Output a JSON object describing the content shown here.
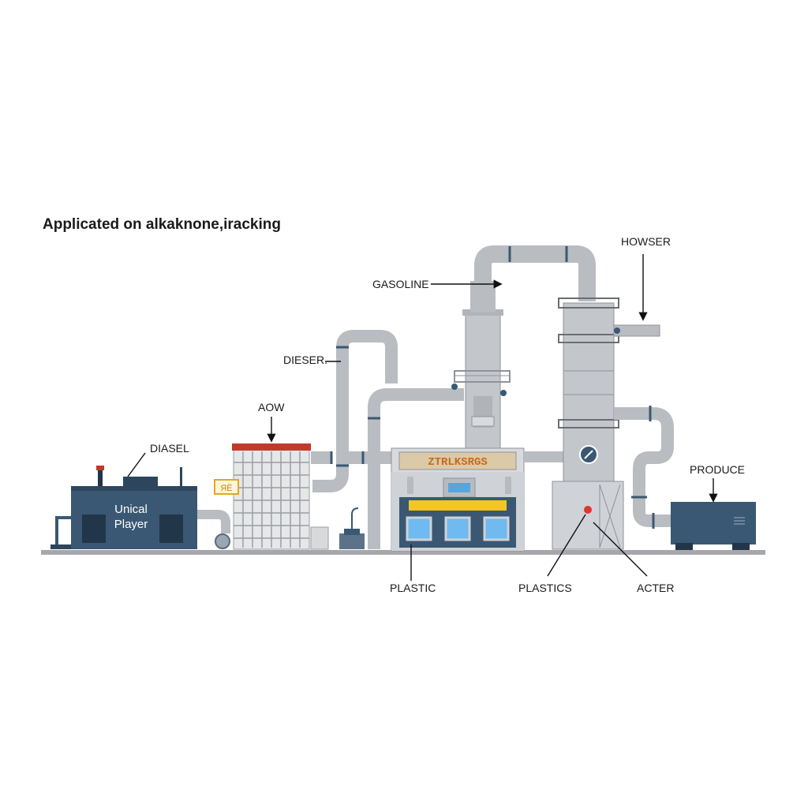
{
  "title": "Applicated on alkaknone,iracking",
  "labels": {
    "howser": "HOWSER",
    "gasoline": "GASOLINE",
    "dieser": "DIESER.",
    "aow": "AOW",
    "diasel": "DIASEL",
    "produce": "PRODUCE",
    "plastic": "PLASTIC",
    "plastics": "PLASTICS",
    "acter": "ACTER"
  },
  "equipment": {
    "unit_line1": "Unical",
    "unit_line2": "Player",
    "sign_text": "ZTRLKSRGS",
    "small_sign": "ЯЁ"
  },
  "colors": {
    "pipe": "#b9bcc1",
    "pipe_dark": "#8f9399",
    "steel": "#cfd2d6",
    "navy": "#3a5873",
    "red_cap": "#c0392b",
    "yellow": "#f3c623",
    "window_blue": "#55a6e0",
    "ground": "#a5a7aa"
  }
}
